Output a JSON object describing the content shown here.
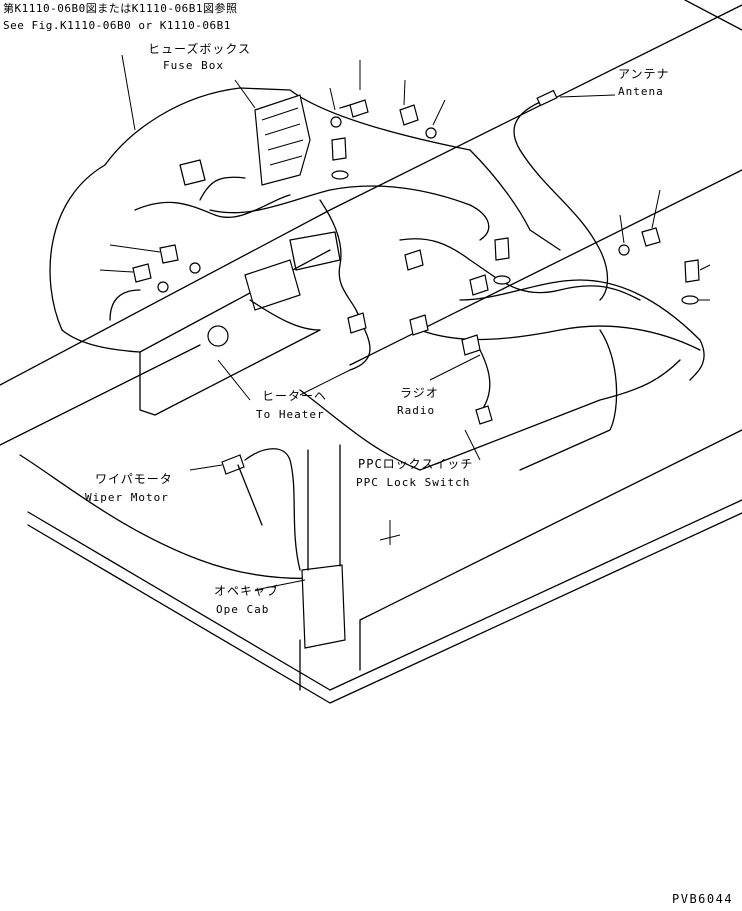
{
  "reference": {
    "jp": "第K1110-06B0図またはK1110-06B1図参照",
    "en": "See Fig.K1110-06B0 or K1110-06B1"
  },
  "labels": {
    "fuse_box": {
      "jp": "ヒューズボックス",
      "en": "Fuse Box"
    },
    "antenna": {
      "jp": "アンテナ",
      "en": "Antena"
    },
    "heater": {
      "jp": "ヒーターヘ",
      "en": "To Heater"
    },
    "radio": {
      "jp": "ラジオ",
      "en": "Radio"
    },
    "ppc_lock_switch": {
      "jp": "PPCロックスイッチ",
      "en": "PPC Lock Switch"
    },
    "wiper_motor": {
      "jp": "ワイパモータ",
      "en": "Wiper Motor"
    },
    "ope_cab": {
      "jp": "オペキャブ",
      "en": "Ope Cab"
    }
  },
  "drawing_code": "PVB6044"
}
